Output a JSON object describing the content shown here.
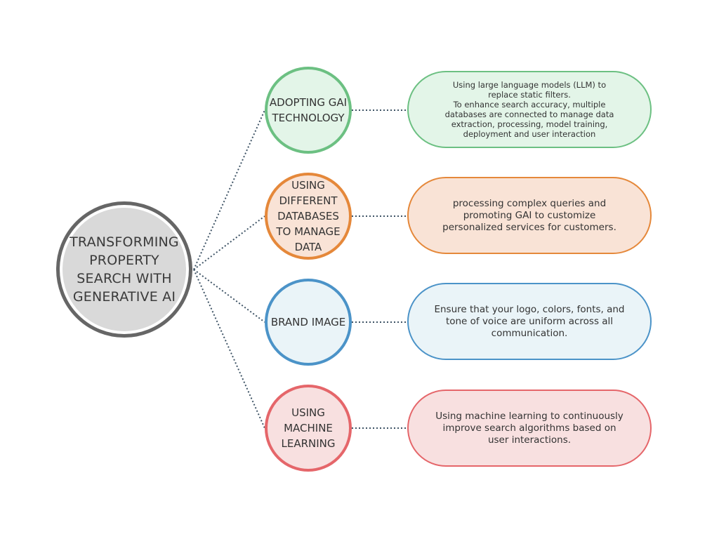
{
  "hub": {
    "title": "TRANSFORMING PROPERTY SEARCH WITH GENERATIVE AI",
    "border_color": "#666666",
    "fill_color": "#d9d9d9"
  },
  "branches": [
    {
      "title": "ADOPTING GAI TECHNOLOGY",
      "color": "#6cc082",
      "description": "Using large language models (LLM) to replace static filters.\nTo enhance search accuracy, multiple databases are connected to manage data extraction, processing, model training, deployment and user interaction"
    },
    {
      "title": "USING DIFFERENT DATABASES TO MANAGE DATA",
      "color": "#e5883a",
      "description": "processing complex queries and promoting GAI to customize personalized services for customers."
    },
    {
      "title": "BRAND IMAGE",
      "color": "#4b93c8",
      "description": "Ensure that your logo, colors, fonts, and tone of voice are uniform across all communication."
    },
    {
      "title": "USING MACHINE LEARNING",
      "color": "#e5666a",
      "description": "Using machine learning to continuously improve search algorithms based on user interactions."
    }
  ],
  "connector_color": "#3f5466"
}
